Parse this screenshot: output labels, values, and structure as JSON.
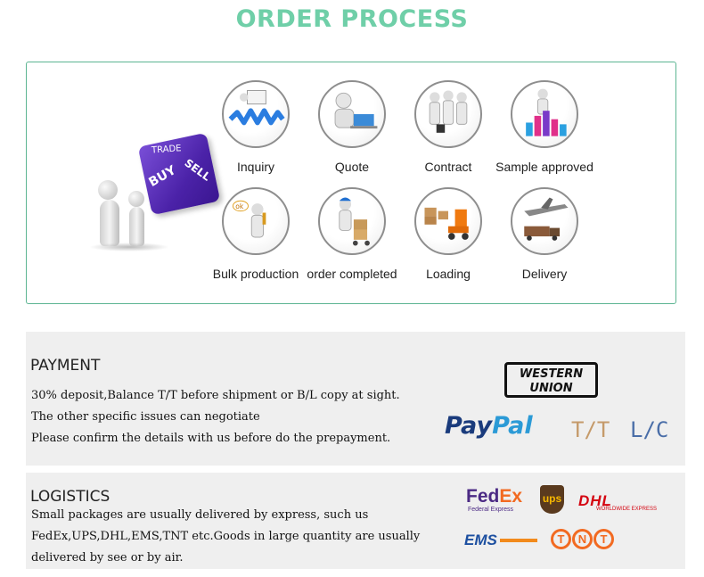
{
  "header": {
    "title": "ORDER PROCESS"
  },
  "figure": {
    "cube_text": {
      "trade": "TRADE",
      "buy": "BUY",
      "sell": "SELL"
    }
  },
  "steps": [
    {
      "label": "Inquiry",
      "icon": "inquiry-icon"
    },
    {
      "label": "Quote",
      "icon": "quote-icon"
    },
    {
      "label": "Contract",
      "icon": "contract-icon"
    },
    {
      "label": "Sample approved",
      "icon": "sample-approved-icon"
    },
    {
      "label": "Bulk production",
      "icon": "bulk-production-icon"
    },
    {
      "label": "order completed",
      "icon": "order-completed-icon"
    },
    {
      "label": "Loading",
      "icon": "loading-icon"
    },
    {
      "label": "Delivery",
      "icon": "delivery-icon"
    }
  ],
  "payment": {
    "title": "PAYMENT",
    "lines": [
      "30% deposit,Balance T/T before shipment or B/L copy at sight.",
      "The other specific issues can negotiate",
      "Please confirm the details with us before do the prepayment."
    ],
    "logos": {
      "western_union": [
        "WESTERN",
        "UNION"
      ],
      "paypal": [
        "Pay",
        "Pal"
      ],
      "tt": "T/T",
      "lc": "L/C"
    }
  },
  "logistics": {
    "title": "LOGISTICS",
    "lines": [
      "Small packages are usually delivered by express, such us",
      "FedEx,UPS,DHL,EMS,TNT etc.Goods in large quantity are usually",
      "delivered by see or by air."
    ],
    "logos": {
      "fedex": [
        "Fed",
        "Ex"
      ],
      "fedex_sub": "Federal Express",
      "ups": "ups",
      "dhl": "DHL",
      "dhl_sub": "WORLDWIDE EXPRESS",
      "ems": "EMS",
      "tnt": [
        "T",
        "N",
        "T"
      ]
    }
  },
  "colors": {
    "accent": "#6fcfa8",
    "border": "#5cb592",
    "section_bg": "#efefef"
  }
}
